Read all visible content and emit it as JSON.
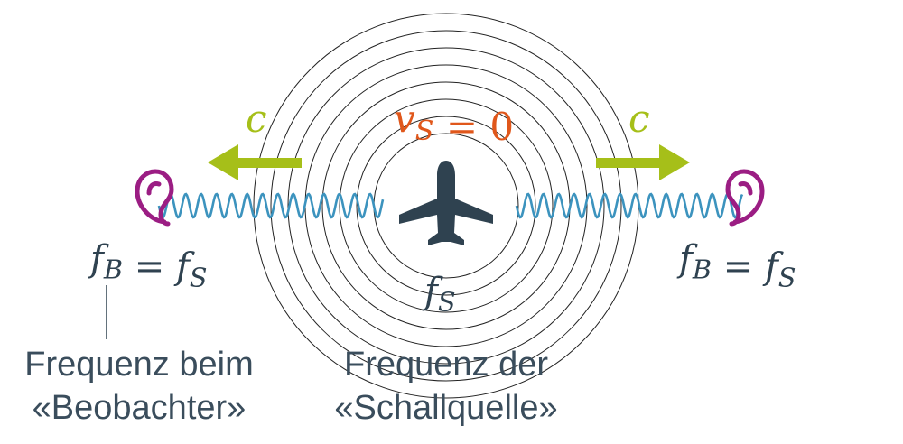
{
  "colors": {
    "ink": "#2f4250",
    "wave": "#3c93be",
    "accent_green": "#a6bf19",
    "accent_orange": "#e0571b",
    "ear": "#9b1d83",
    "circle": "#222222"
  },
  "icons": {
    "source": "airplane-icon",
    "observer_left": "ear-icon",
    "observer_right": "ear-icon"
  },
  "velocity": {
    "label": "v_S = 0"
  },
  "wave_speed": {
    "left_label": "c",
    "right_label": "c"
  },
  "source_frequency": {
    "label": "f_S"
  },
  "observer_left": {
    "equation": "f_B = f_S"
  },
  "observer_right": {
    "equation": "f_B = f_S"
  },
  "captions": {
    "observer": {
      "line1": "Frequenz beim",
      "line2": "«Beobachter»"
    },
    "source": {
      "line1": "Frequenz der",
      "line2": "«Schallquelle»"
    }
  },
  "wavefront_count": 8
}
